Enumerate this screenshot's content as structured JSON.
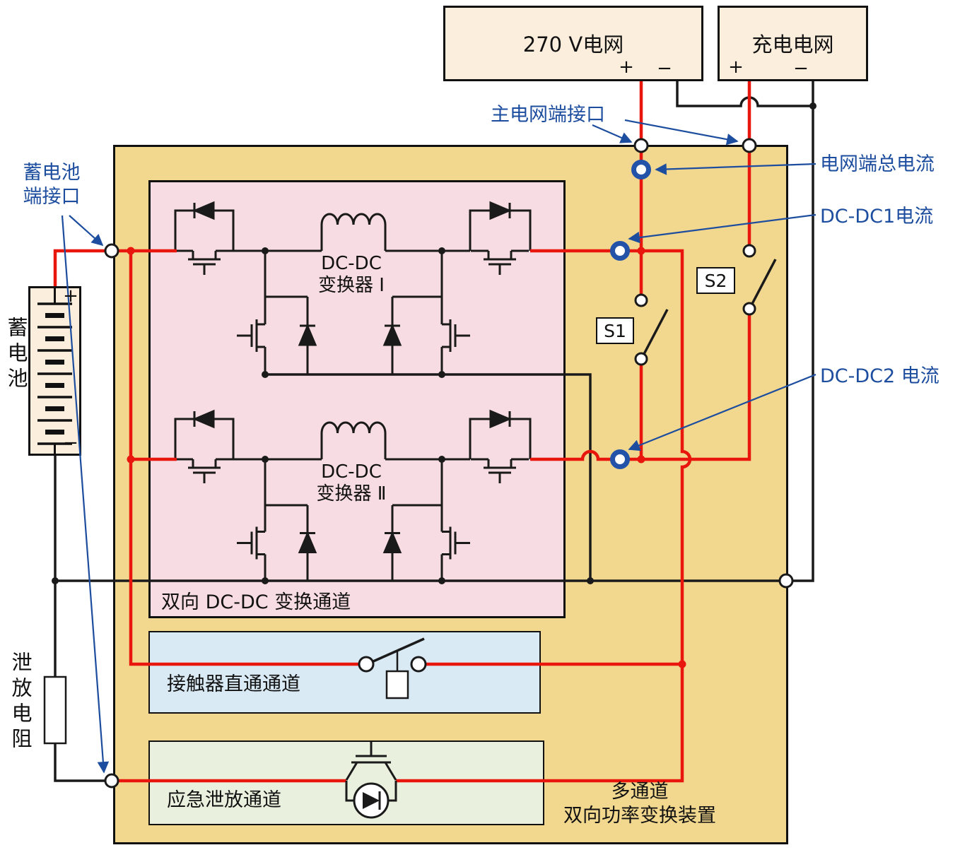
{
  "top_boxes": {
    "grid_270": {
      "label": "270 V电网",
      "plus": "+",
      "minus": "−"
    },
    "charge_grid": {
      "label": "充电电网",
      "plus": "+",
      "minus": "−"
    }
  },
  "battery": {
    "label": "蓄电池",
    "plus": "+",
    "minus": "−"
  },
  "discharge_resistor": {
    "label": "泄放电阻"
  },
  "annotations": {
    "main_grid_port": "主电网端接口",
    "grid_total_current": "电网端总电流",
    "dcdc1_current": "DC-DC1电流",
    "dcdc2_current": "DC-DC2 电流",
    "battery_port_line1": "蓄电池",
    "battery_port_line2": "端接口"
  },
  "channels": {
    "dcdc_channel_label": "双向 DC-DC 变换通道",
    "converter1_line1": "DC-DC",
    "converter1_line2": "变换器 Ⅰ",
    "converter2_line1": "DC-DC",
    "converter2_line2": "变换器 Ⅱ",
    "contactor_channel_label": "接触器直通通道",
    "emergency_channel_label": "应急泄放通道"
  },
  "switches": {
    "s1": "S1",
    "s2": "S2"
  },
  "device": {
    "line1": "多通道",
    "line2": "双向功率变换装置"
  },
  "colors": {
    "wire_red": "#e8160c",
    "wire_black": "#1a1a1a",
    "annotation_blue": "#1d4d9e",
    "sensor_blue": "#2353a8",
    "main_bg": "#f2d88e",
    "pink_bg": "#f7dce3",
    "blue_bg": "#d9eaf5",
    "green_bg": "#e9f0dd",
    "cream_bg": "#fbeedd"
  }
}
